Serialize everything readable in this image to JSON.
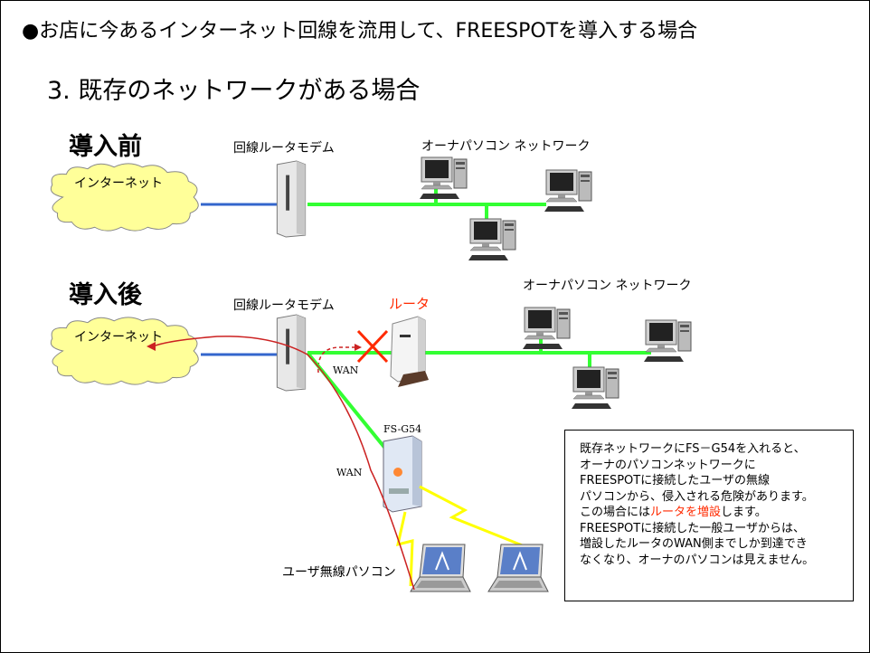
{
  "title": "●お店に今あるインターネット回線を流用して、FREESPOTを導入する場合",
  "subtitle": "3. 既存のネットワークがある場合",
  "before": {
    "label": "導入前",
    "internet": "インターネット",
    "modem": "回線ルータモデム",
    "owner_network": "オーナパソコン ネットワーク"
  },
  "after": {
    "label": "導入後",
    "internet": "インターネット",
    "modem": "回線ルータモデム",
    "router": "ルータ",
    "owner_network": "オーナパソコン ネットワーク",
    "wan_router": "WAN",
    "wan_ap": "WAN",
    "ap_name": "FS-G54",
    "user_pc": "ユーザ無線パソコン"
  },
  "note": {
    "line1": "既存ネットワークにFS－G54を入れると、",
    "line2": "オーナのパソコンネットワークに",
    "line3": "FREESPOTに接続したユーザの無線",
    "line4": "パソコンから、侵入される危険があります。",
    "line5_a": "この場合には",
    "line5_b": "ルータを増設",
    "line5_c": "します。",
    "line6": "FREESPOTに接続した一般ユーザからは、",
    "line7": "増設したルータのWAN側までしか到達でき",
    "line8": "なくなり、オーナのパソコンは見えません。"
  },
  "colors": {
    "lan_line": "#33ff33",
    "wan_line": "#3366cc",
    "wireless": "#ffff00",
    "cloud": "#ffff99",
    "highlight": "#ff2a00"
  }
}
